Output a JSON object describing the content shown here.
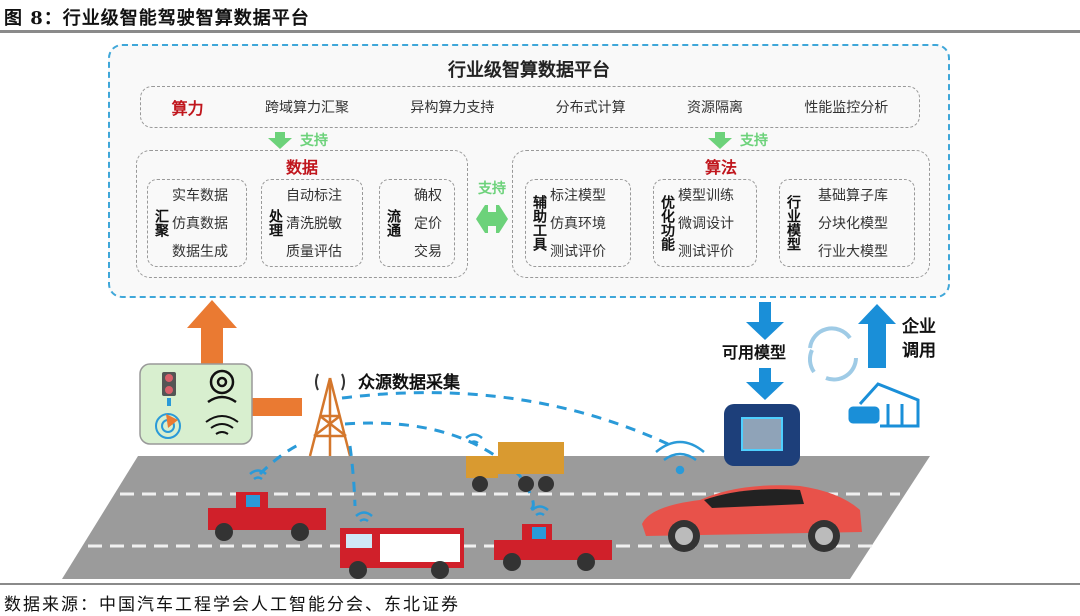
{
  "figure_title": "图 8：行业级智能驾驶智算数据平台",
  "source": "数据来源：中国汽车工程学会人工智能分会、东北证券",
  "platform": {
    "title": "行业级智算数据平台",
    "compute": {
      "label": "算力",
      "items": [
        "跨域算力汇聚",
        "异构算力支持",
        "分布式计算",
        "资源隔离",
        "性能监控分析"
      ]
    },
    "support_label": "支持",
    "data_group": {
      "title": "数据",
      "subgroups": [
        {
          "label": "汇聚",
          "items": [
            "实车数据",
            "仿真数据",
            "数据生成"
          ]
        },
        {
          "label": "处理",
          "items": [
            "自动标注",
            "清洗脱敏",
            "质量评估"
          ]
        },
        {
          "label": "流通",
          "items": [
            "确权",
            "定价",
            "交易"
          ]
        }
      ]
    },
    "bidirectional_support_label": "支持",
    "algorithm_group": {
      "title": "算法",
      "subgroups": [
        {
          "label": "辅助工具",
          "items": [
            "标注模型",
            "仿真环境",
            "测试评价"
          ]
        },
        {
          "label": "优化功能",
          "items": [
            "模型训练",
            "微调设计",
            "测试评价"
          ]
        },
        {
          "label": "行业模型",
          "items": [
            "基础算子库",
            "分块化模型",
            "行业大模型"
          ]
        }
      ]
    }
  },
  "scene": {
    "crowdsource_label": "众源数据采集",
    "available_model_label": "可用模型",
    "enterprise_call_label": "企业调用"
  },
  "colors": {
    "accent_blue": "#1a8fd8",
    "dash_blue": "#3fa7d9",
    "support_green": "#6cd27a",
    "title_red": "#c0161d",
    "arrow_orange": "#ea7a32",
    "road_gray": "#9b9b9b"
  }
}
